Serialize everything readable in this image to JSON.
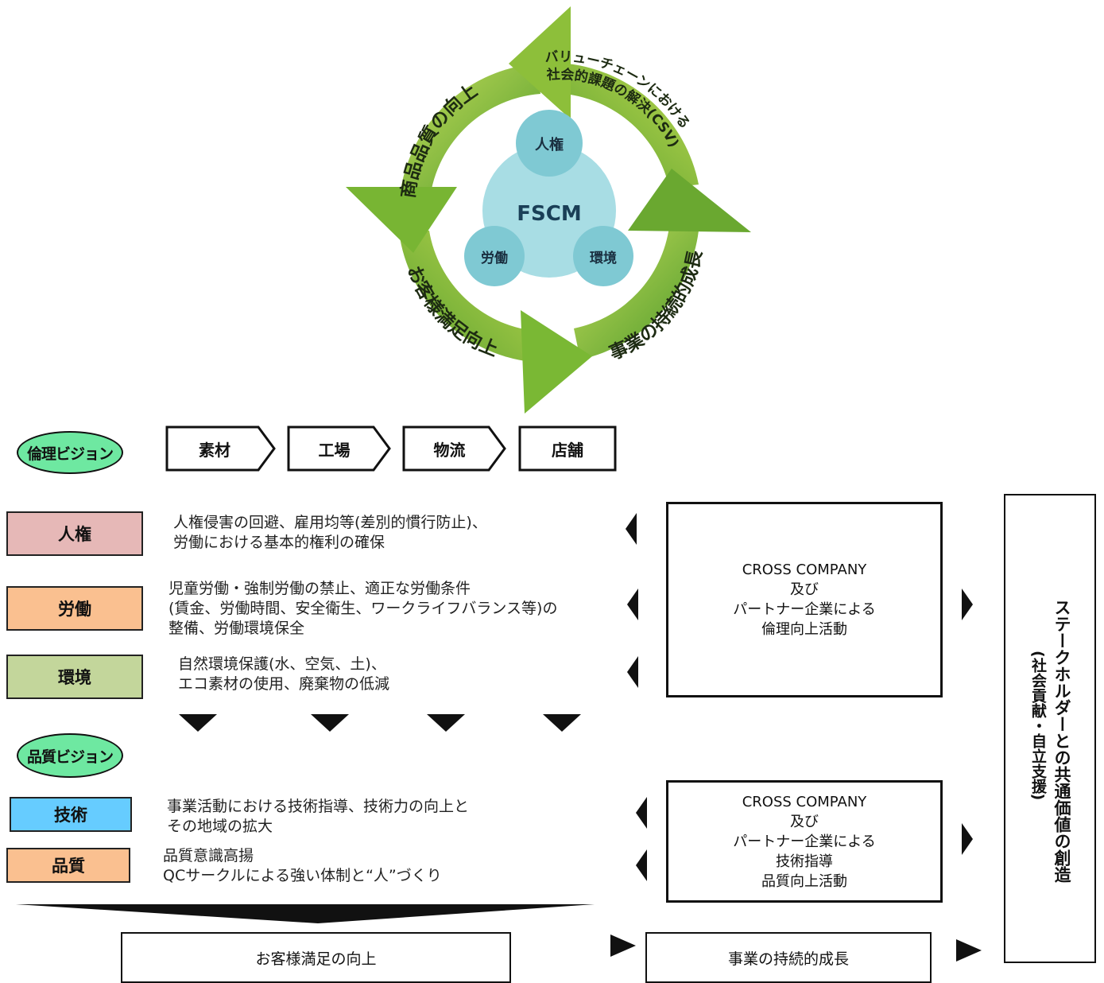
{
  "cycle": {
    "center": "FSCM",
    "inner": [
      "人権",
      "労働",
      "環境"
    ],
    "arrows": [
      "商品品質の向上",
      "バリューチェーンにおける",
      "社会的課題の解決(CSV)",
      "事業の持続的成長",
      "お客様満足向上"
    ]
  },
  "ethics_vision": "倫理ビジョン",
  "quality_vision": "品質ビジョン",
  "flow": [
    "素材",
    "工場",
    "物流",
    "店舗"
  ],
  "ethics_items": [
    {
      "tag": "人権",
      "color": "#e6b8b7",
      "lines": [
        "人権侵害の回避、雇用均等(差別的慣行防止)、",
        "労働における基本的権利の確保"
      ]
    },
    {
      "tag": "労働",
      "color": "#fac090",
      "lines": [
        "児童労働・強制労働の禁止、適正な労働条件",
        "(賃金、労働時間、安全衛生、ワークライフバランス等)の",
        "整備、労働環境保全"
      ]
    },
    {
      "tag": "環境",
      "color": "#c3d69b",
      "lines": [
        "自然環境保護(水、空気、土)、",
        "エコ素材の使用、廃棄物の低減"
      ]
    }
  ],
  "quality_items": [
    {
      "tag": "技術",
      "color": "#66ccff",
      "lines": [
        "事業活動における技術指導、技術力の向上と",
        "その地域の拡大"
      ]
    },
    {
      "tag": "品質",
      "color": "#fac090",
      "lines": [
        "品質意識高揚",
        "QCサークルによる強い体制と“人”づくり"
      ]
    }
  ],
  "cc_ethics": [
    "CROSS COMPANY",
    "及び",
    "パートナー企業による",
    "倫理向上活動"
  ],
  "cc_quality": [
    "CROSS COMPANY",
    "及び",
    "パートナー企業による",
    "技術指導",
    "品質向上活動"
  ],
  "stakeholder": {
    "main": "ステークホルダーとの共通価値の創造",
    "sub": "(社会貢献・自立支援)"
  },
  "bottom": {
    "customer": "お客様満足の向上",
    "growth": "事業の持続的成長"
  },
  "colors": {
    "vision_oval": "#6ee8a1",
    "circle_center": "#a8dde4",
    "circle_inner": "#7fc9d3",
    "arrow_green": "#7cb135"
  }
}
